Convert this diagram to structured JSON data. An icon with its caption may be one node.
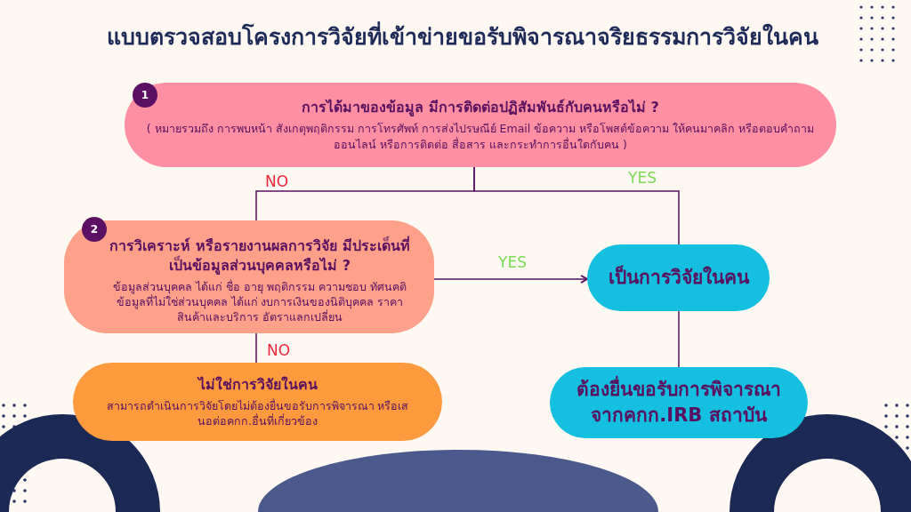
{
  "diagram": {
    "title": "แบบตรวจสอบโครงการวิจัยที่เข้าข่ายขอรับพิจารณาจริยธรรมการวิจัยในคน",
    "nodes": [
      {
        "text": [
          "การได้มาของข้อมูล มีการติดต่อปฏิสัมพันธ์กับคนหรือไม่ ?",
          "( หมายรวมถึง การพบหน้า สังเกตุพฤติกรรม การโทรศัพท์ การส่งไปรษณีย์ Email ข้อความ หรือโพสต์ข้อความ ให้คนมาคลิก หรือตอบคำถามออนไลน์ หรือการติดต่อ สื่อสาร และกระทำการอื่นใดกับคน )"
        ]
      },
      {
        "text": [
          "การวิเคราะห์ หรือรายงานผลการวิจัย มีประเด็นที่เป็นข้อมูลส่วนบุคคลหรือไม่ ?",
          "ข้อมูลส่วนบุคคล ได้แก่ ชื่อ อายุ พฤติกรรม ความชอบ ทัศนคติ ข้อมูลที่ไม่ใช่ส่วนบุคคล ได้แก่ งบการเงินของนิติบุคคล ราคาสินค้าและบริการ อัตราแลกเปลี่ยน"
        ]
      },
      {
        "text": [
          "เป็นการวิจัยในคน"
        ]
      },
      {
        "text": [
          "ไม่ใช่การวิจัยในคน",
          "สามารถดำเนินการวิจัยโดยไม่ต้องยื่นขอรับการพิจารณา หรือเสนอต่อคกก.อื่นที่เกี่ยวข้อง"
        ]
      },
      {
        "text": [
          "ต้องยื่นขอรับการพิจารณา จากคกก.IRB สถาบัน"
        ]
      }
    ],
    "edges": [
      {
        "from": 0,
        "to": 1,
        "arrow": "none",
        "label": "NO"
      },
      {
        "from": 0,
        "to": 2,
        "arrow": "none",
        "label": "YES"
      },
      {
        "from": 1,
        "to": 2,
        "arrow": "to",
        "label": "YES"
      },
      {
        "from": 1,
        "to": 3,
        "arrow": "none",
        "label": "NO"
      },
      {
        "from": 2,
        "to": 4,
        "arrow": "none"
      }
    ],
    "labels": [
      "1",
      "2"
    ]
  }
}
